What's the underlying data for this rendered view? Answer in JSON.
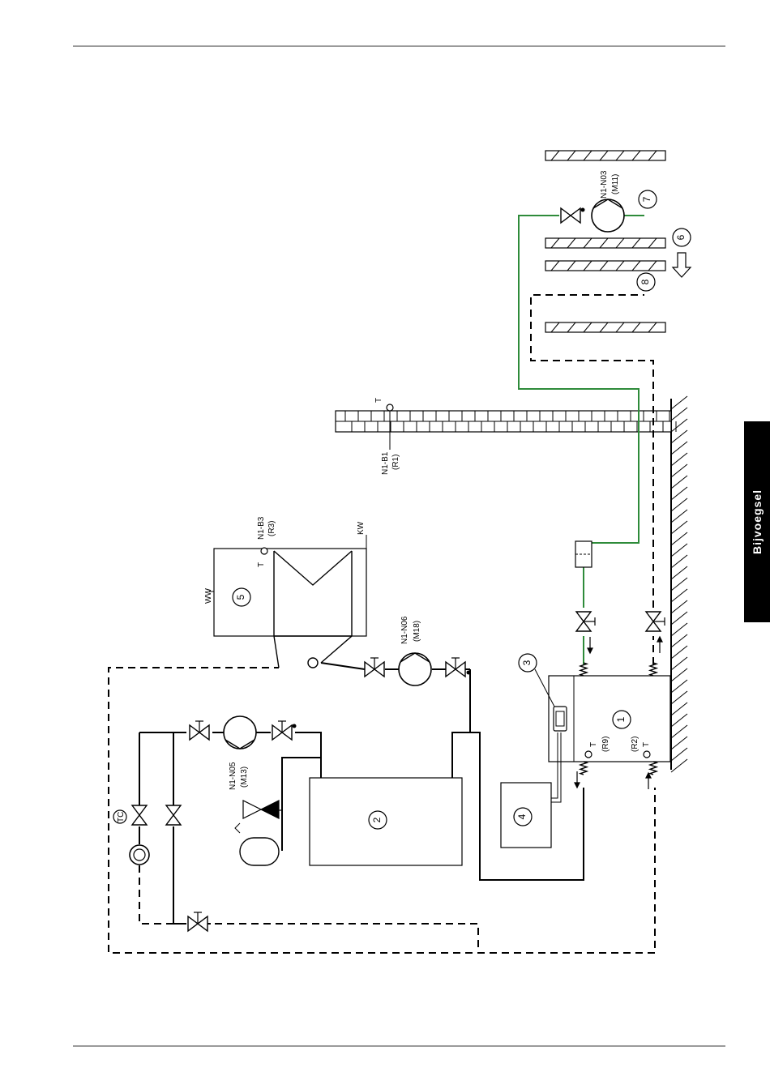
{
  "page": {
    "side_tab_label": "Bijvoegsel",
    "components": {
      "c1": "1",
      "c2": "2",
      "c3": "3",
      "c4": "4",
      "c5": "5",
      "c6": "6",
      "c7": "7",
      "c8": "8"
    },
    "labels": {
      "n1_n03": "N1-N03",
      "m11": "(M11)",
      "n1_b1": "N1-B1",
      "r1": "(R1)",
      "n1_b3": "N1-B3",
      "r3": "(R3)",
      "kw": "KW",
      "ww": "WW",
      "n1_n06": "N1-N06",
      "m18": "(M18)",
      "n1_n05": "N1-N05",
      "m13": "(M13)",
      "r9": "(R9)",
      "r2": "(R2)",
      "t": "T",
      "tc": "TC"
    },
    "colors": {
      "line": "#000000",
      "brine_line": "#2e8b3a",
      "rule": "#9a9a9a",
      "tab": "#000000"
    }
  }
}
